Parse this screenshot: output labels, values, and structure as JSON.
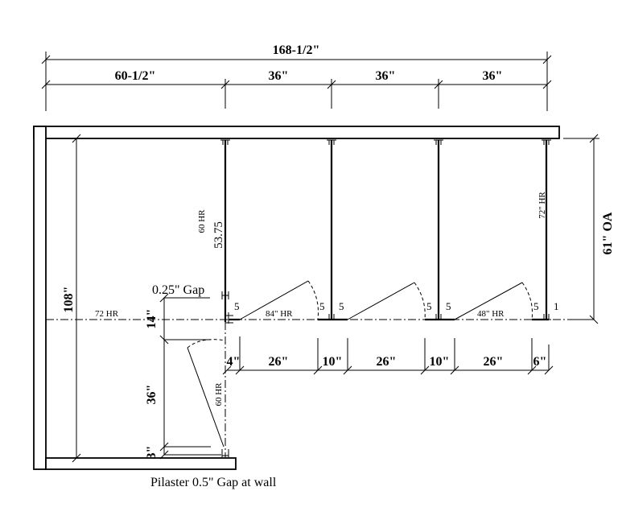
{
  "title_dims": {
    "overall": "168-1/2\"",
    "left": "60-1/2\"",
    "bay1": "36\"",
    "bay2": "36\"",
    "bay3": "36\""
  },
  "side_dims": {
    "height": "108\"",
    "oa": "61\" OA",
    "d14": "14\"",
    "d36": "36\"",
    "d3": "3\""
  },
  "bottom_dims": [
    "4\"",
    "26\"",
    "10\"",
    "26\"",
    "10\"",
    "26\"",
    "6\""
  ],
  "labels": {
    "hr60_top": "60 HR",
    "len5375": "53.75",
    "gap": "0.25\" Gap",
    "hr72": "72 HR",
    "hr84": "84\" HR",
    "hr48": "48\" HR",
    "hr72_right": "72\" HR",
    "hr60_low": "60 HR",
    "pilaster_note": "Pilaster 0.5\" Gap at wall",
    "n5": "5",
    "n1": "1"
  }
}
